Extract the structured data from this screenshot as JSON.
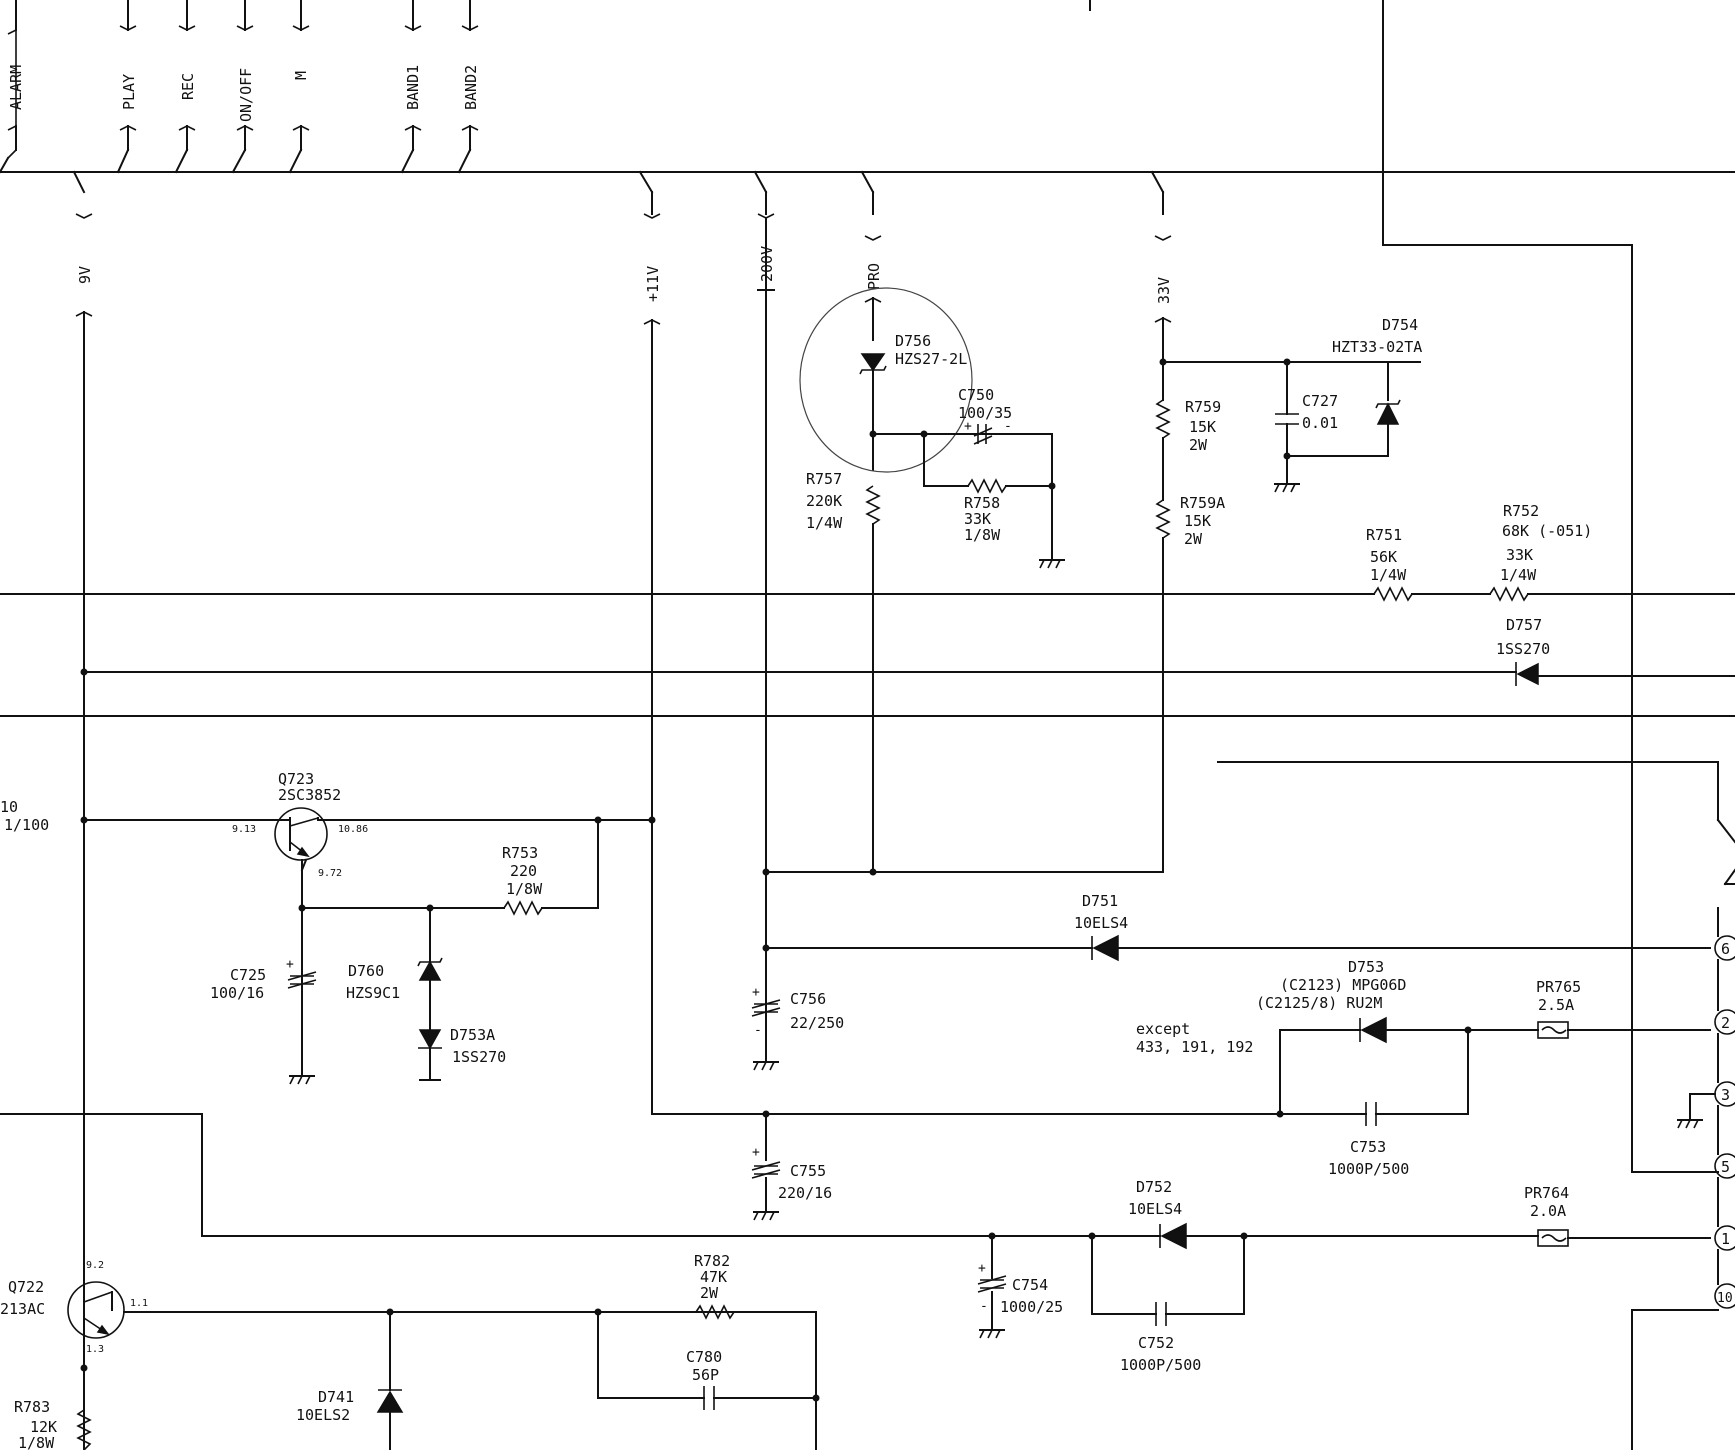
{
  "signals": {
    "top": [
      "ALARM",
      "PLAY",
      "REC",
      "ON/OFF",
      "M",
      "BAND1",
      "BAND2"
    ],
    "rails": [
      "9V",
      "+11V",
      "200V",
      "PRO",
      "33V"
    ]
  },
  "components": {
    "D756": {
      "ref": "D756",
      "part": "HZS27-2L"
    },
    "C750": {
      "ref": "C750",
      "value": "100/35"
    },
    "R757": {
      "ref": "R757",
      "value": "220K",
      "rating": "1/4W"
    },
    "R758": {
      "ref": "R758",
      "value": "33K",
      "rating": "1/8W"
    },
    "R759": {
      "ref": "R759",
      "value": "15K",
      "rating": "2W"
    },
    "R759A": {
      "ref": "R759A",
      "value": "15K",
      "rating": "2W"
    },
    "C727": {
      "ref": "C727",
      "value": "0.01"
    },
    "D754": {
      "ref": "D754",
      "part": "HZT33-02TA"
    },
    "R751": {
      "ref": "R751",
      "value": "56K",
      "rating": "1/4W"
    },
    "R752": {
      "ref": "R752",
      "value": "68K (-051)",
      "alt": "33K",
      "rating": "1/4W"
    },
    "D757": {
      "ref": "D757",
      "part": "1SS270"
    },
    "Q723": {
      "ref": "Q723",
      "part": "2SC3852",
      "vb": "9.13",
      "vc": "10.86",
      "ve": "9.72"
    },
    "R753": {
      "ref": "R753",
      "value": "220",
      "rating": "1/8W"
    },
    "C725": {
      "ref": "C725",
      "value": "100/16"
    },
    "D760": {
      "ref": "D760",
      "part": "HZS9C1"
    },
    "D753A": {
      "ref": "D753A",
      "part": "1SS270"
    },
    "C756": {
      "ref": "C756",
      "value": "22/250"
    },
    "D751": {
      "ref": "D751",
      "part": "10ELS4"
    },
    "D753": {
      "ref": "D753",
      "variant1": "(C2123) MPG06D",
      "variant2": "(C2125/8)  RU2M",
      "note1": "except",
      "note2": "433, 191, 192"
    },
    "C753": {
      "ref": "C753",
      "value": "1000P/500"
    },
    "PR765": {
      "ref": "PR765",
      "value": "2.5A"
    },
    "C755": {
      "ref": "C755",
      "value": "220/16"
    },
    "D752": {
      "ref": "D752",
      "part": "10ELS4"
    },
    "PR764": {
      "ref": "PR764",
      "value": "2.0A"
    },
    "C754": {
      "ref": "C754",
      "value": "1000/25"
    },
    "C752": {
      "ref": "C752",
      "value": "1000P/500"
    },
    "R782": {
      "ref": "R782",
      "value": "47K",
      "rating": "2W"
    },
    "C780": {
      "ref": "C780",
      "value": "56P"
    },
    "D741": {
      "ref": "D741",
      "part": "10ELS2"
    },
    "Q722": {
      "ref": "Q722",
      "part": "213AC",
      "vb": "1.1",
      "vc": "9.2",
      "ve": "1.3"
    },
    "R783": {
      "ref": "R783",
      "value": "12K",
      "rating": "1/8W"
    }
  },
  "edge_labels": {
    "left_cap_ref": "10",
    "left_cap_value": "1/100"
  },
  "pins": [
    "6",
    "2",
    "3",
    "5",
    "1",
    "10"
  ]
}
